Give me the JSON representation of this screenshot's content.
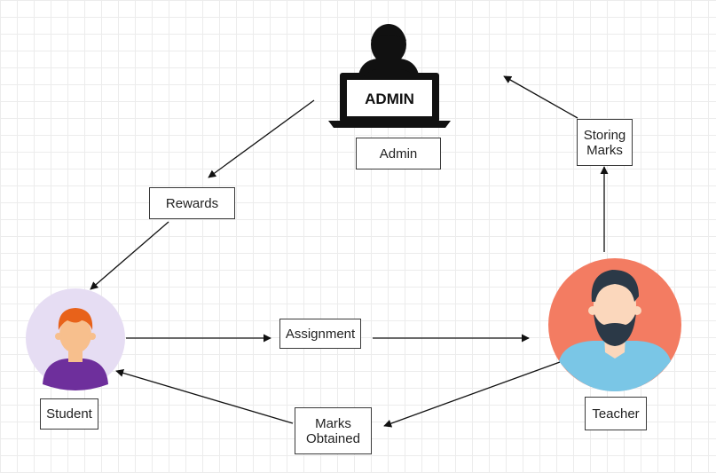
{
  "nodes": {
    "admin": {
      "label": "Admin",
      "monitor_text": "ADMIN"
    },
    "student": {
      "label": "Student"
    },
    "teacher": {
      "label": "Teacher"
    }
  },
  "edges": {
    "rewards": {
      "label": "Rewards"
    },
    "assignment": {
      "label": "Assignment"
    },
    "marks_obtained": {
      "line1": "Marks",
      "line2": "Obtained"
    },
    "storing_marks": {
      "line1": "Storing",
      "line2": "Marks"
    }
  },
  "colors": {
    "student_bg": "#e6ddf3",
    "student_hair": "#e8621a",
    "student_skin": "#f7bf8d",
    "student_shirt": "#6e2f9c",
    "teacher_bg": "#f37c62",
    "teacher_hair": "#2b3947",
    "teacher_skin": "#fbd7bc",
    "teacher_shirt": "#7ac6e6",
    "line": "#111111"
  }
}
